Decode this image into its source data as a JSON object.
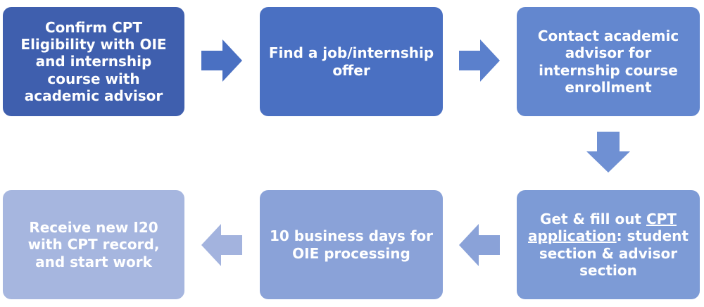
{
  "steps": [
    {
      "id": 1,
      "text": "Confirm CPT Eligibility with OIE and internship course with academic advisor",
      "color": "#3f5fae"
    },
    {
      "id": 2,
      "text": "Find a job/internship offer",
      "color": "#4a70c2"
    },
    {
      "id": 3,
      "text": "Contact academic advisor for internship course enrollment",
      "color": "#6387cf"
    },
    {
      "id": 4,
      "text_before": "Get & fill out ",
      "link_text": "CPT application",
      "text_after": ": student section & advisor section",
      "color": "#7d9bd6"
    },
    {
      "id": 5,
      "text": "10 business days for OIE processing",
      "color": "#8aa2d8"
    },
    {
      "id": 6,
      "text": "Receive new I20 with CPT record, and start work",
      "color": "#a6b6df"
    }
  ],
  "arrows": [
    {
      "from": 1,
      "to": 2,
      "direction": "right",
      "color": "#4a70c2"
    },
    {
      "from": 2,
      "to": 3,
      "direction": "right",
      "color": "#5b80cc"
    },
    {
      "from": 3,
      "to": 4,
      "direction": "down",
      "color": "#6f90d3"
    },
    {
      "from": 4,
      "to": 5,
      "direction": "left",
      "color": "#8aa2d8"
    },
    {
      "from": 5,
      "to": 6,
      "direction": "left",
      "color": "#a3b3de"
    }
  ]
}
